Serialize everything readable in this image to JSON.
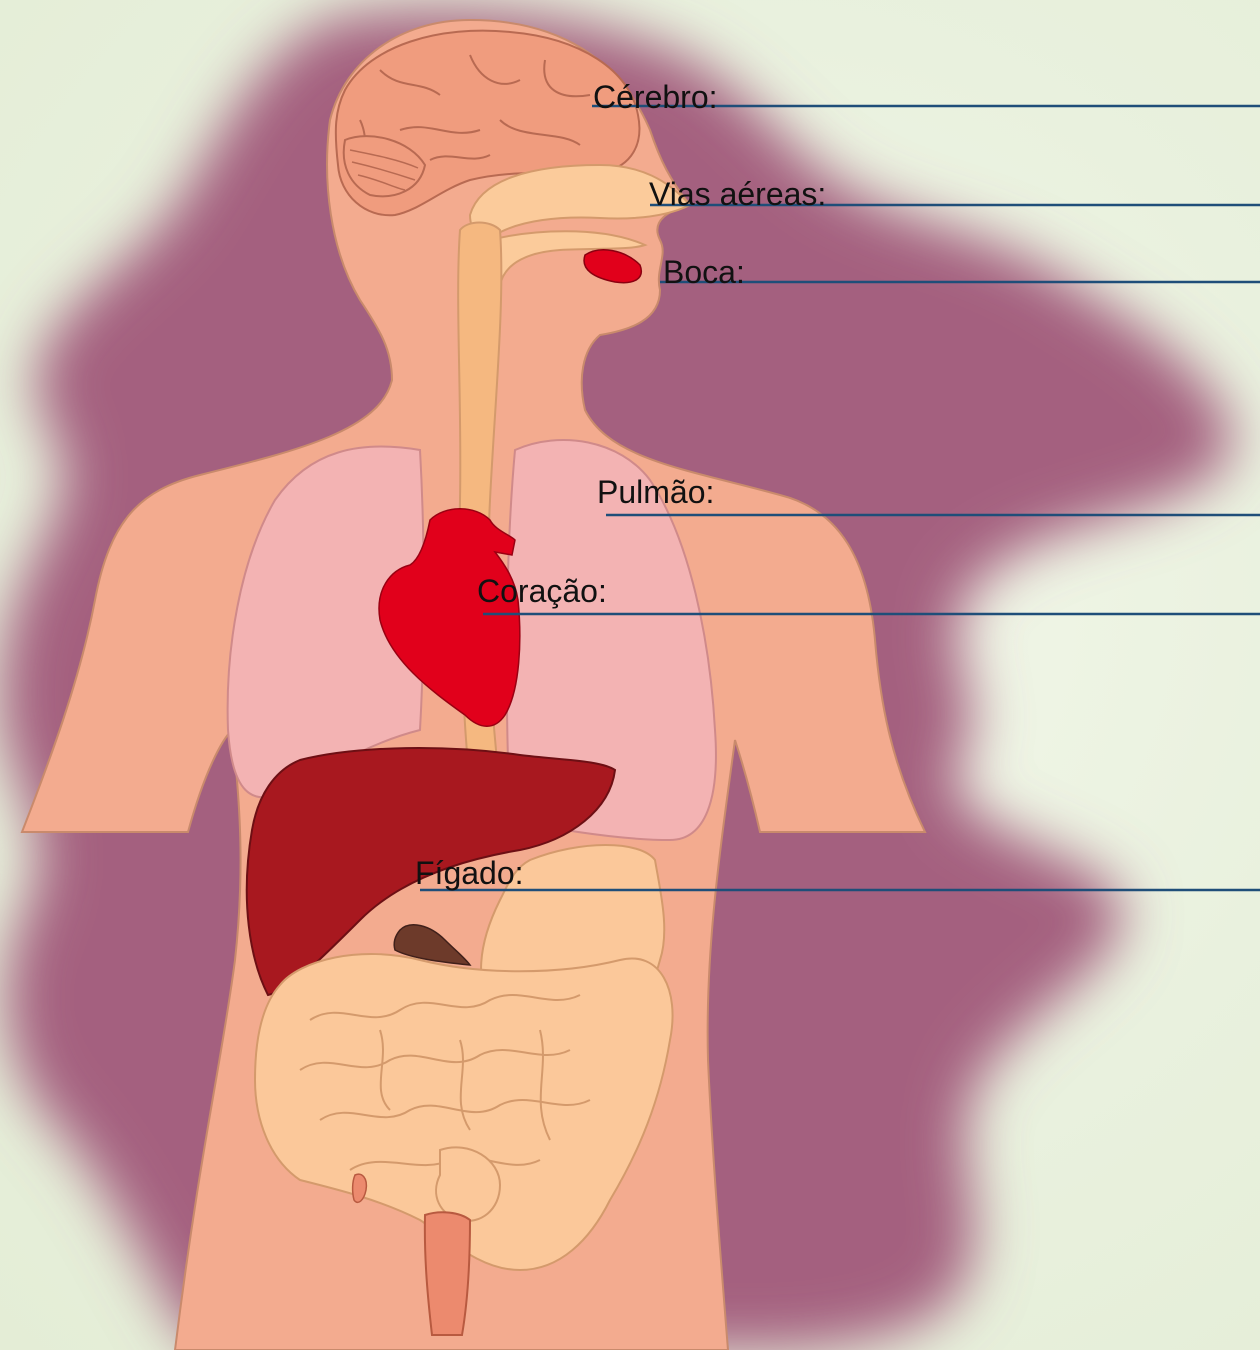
{
  "labels": {
    "cerebro": "Cérebro:",
    "vias_aereas": "Vias aéreas:",
    "boca": "Boca:",
    "pulmao": "Pulmão:",
    "coracao": "Coração:",
    "figado": "Fígado:"
  },
  "colors": {
    "background": "#e9f1de",
    "blob": "#a4607f",
    "skin": "#f3ab8f",
    "skin_outline": "#c98a6c",
    "brain": "#f09c7e",
    "airway": "#fbcb9b",
    "esophagus": "#f5b880",
    "lung": "#f3b3b3",
    "heart": "#e1001b",
    "liver": "#a8181f",
    "gallbladder": "#6d3a2a",
    "intestine": "#fbc89a",
    "rectum": "#ec8a6e",
    "leader_line": "#1f4e79"
  }
}
